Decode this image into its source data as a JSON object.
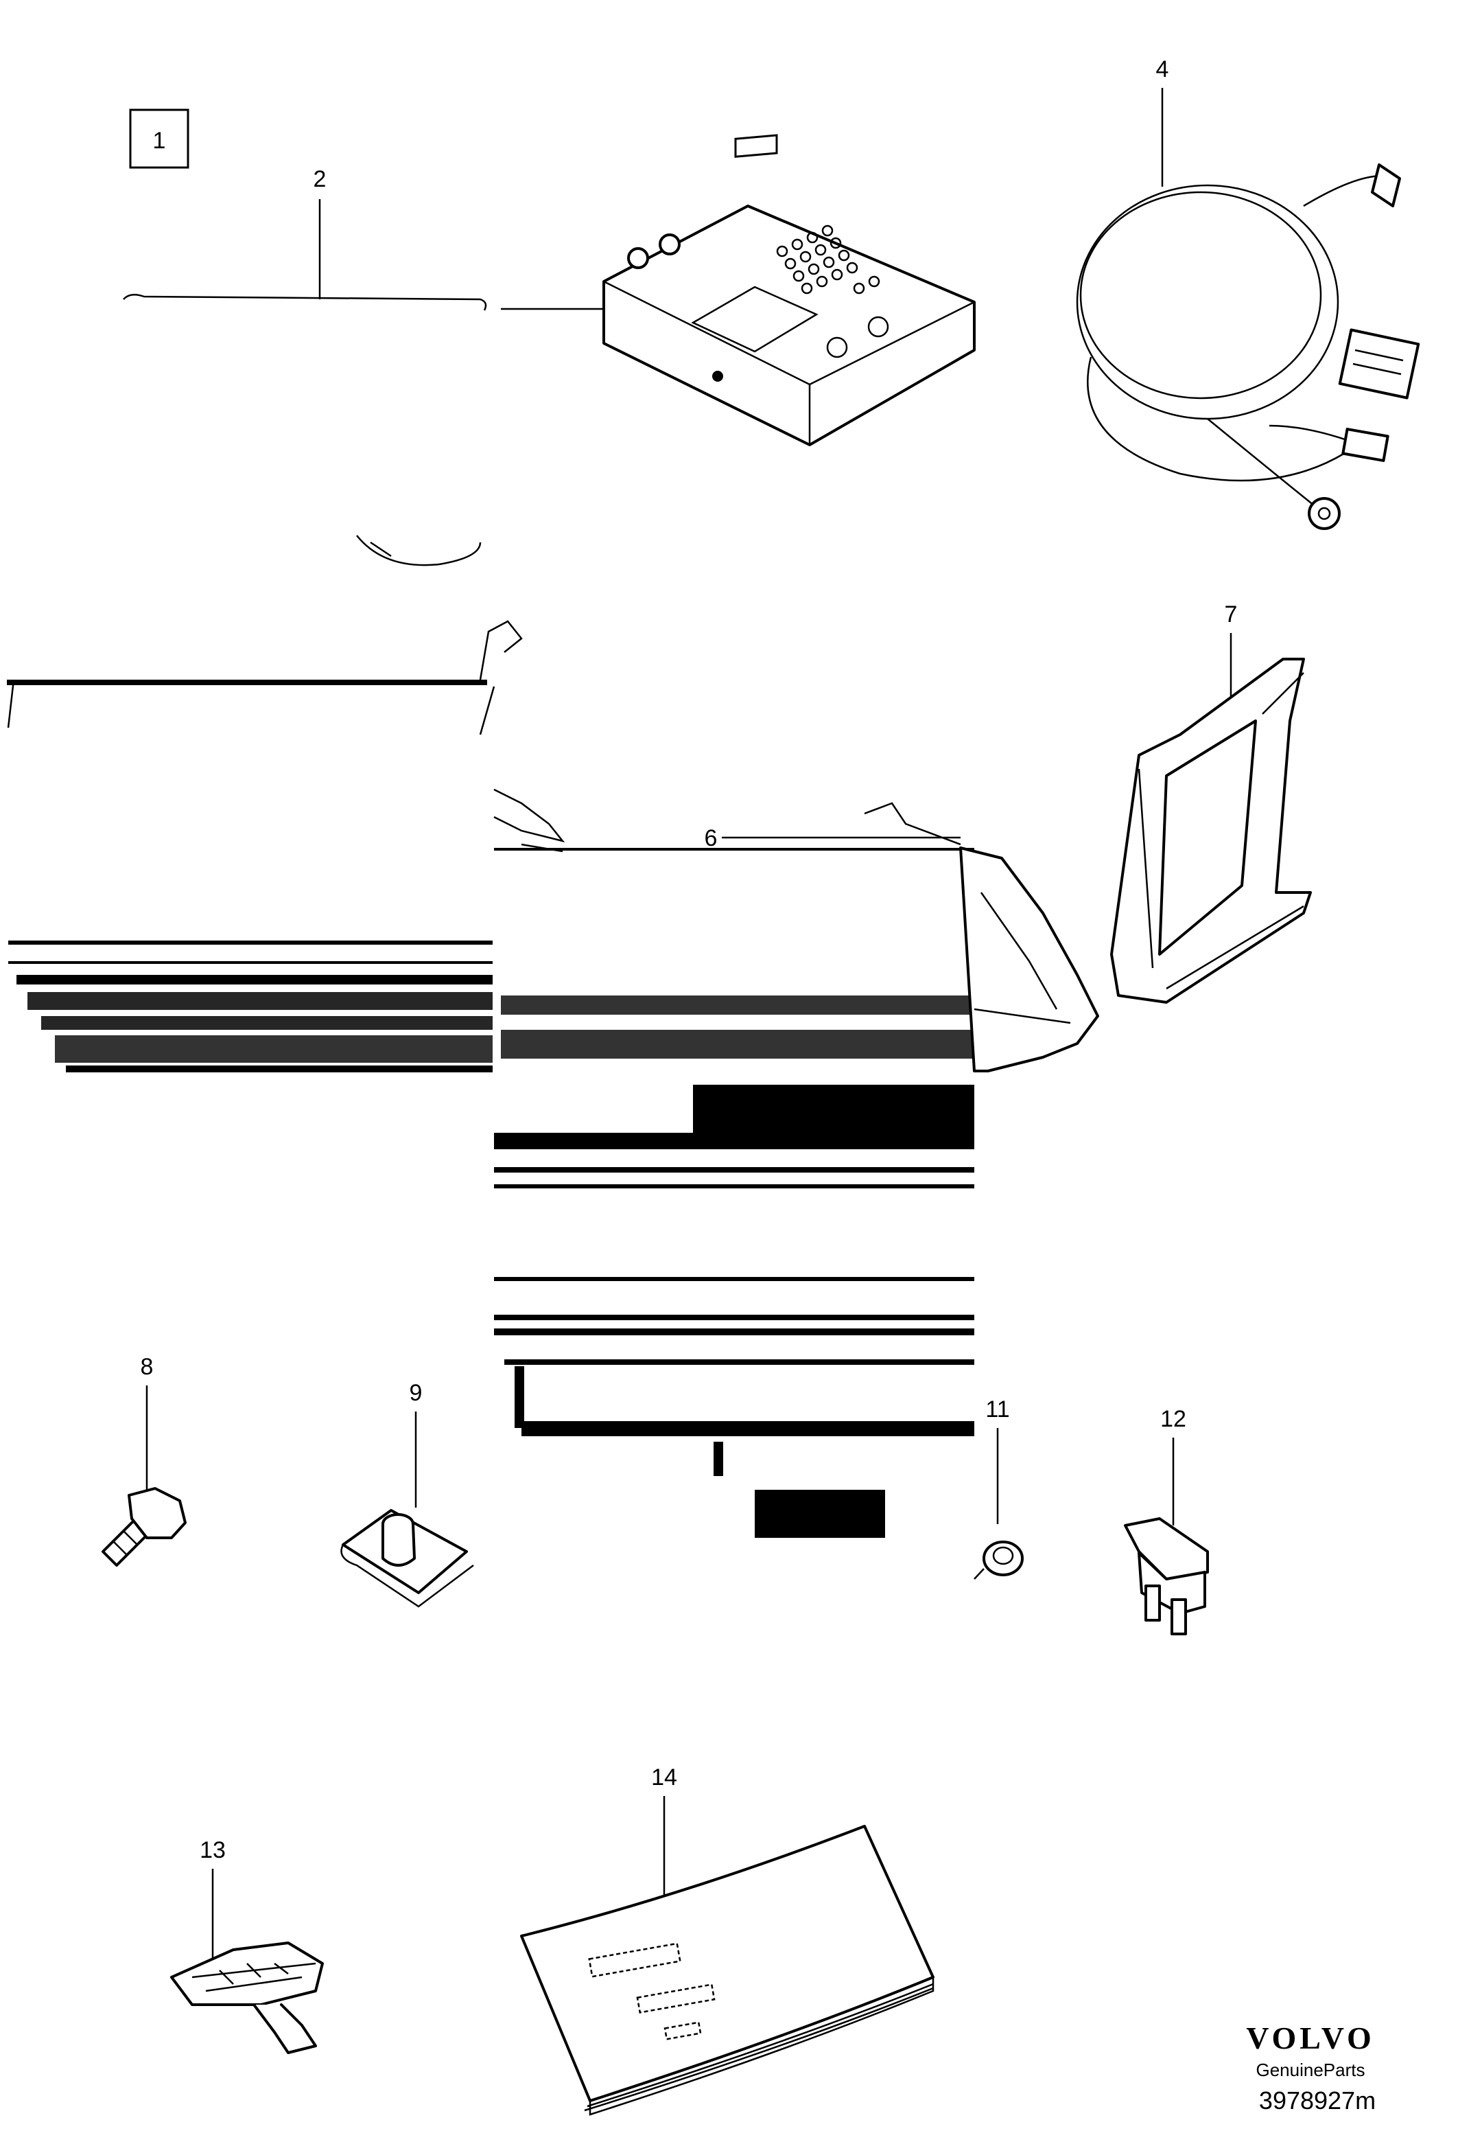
{
  "callouts": [
    {
      "id": "1",
      "label": "1"
    },
    {
      "id": "2",
      "label": "2"
    },
    {
      "id": "4",
      "label": "4"
    },
    {
      "id": "6",
      "label": "6"
    },
    {
      "id": "7",
      "label": "7"
    },
    {
      "id": "8",
      "label": "8"
    },
    {
      "id": "9",
      "label": "9"
    },
    {
      "id": "11",
      "label": "11"
    },
    {
      "id": "12",
      "label": "12"
    },
    {
      "id": "13",
      "label": "13"
    },
    {
      "id": "14",
      "label": "14"
    }
  ],
  "branding": {
    "logo_text": "VOLVO",
    "subtitle": "GenuineParts",
    "diagram_number": "3978927m"
  },
  "colors": {
    "line": "#000000",
    "background": "#ffffff"
  }
}
